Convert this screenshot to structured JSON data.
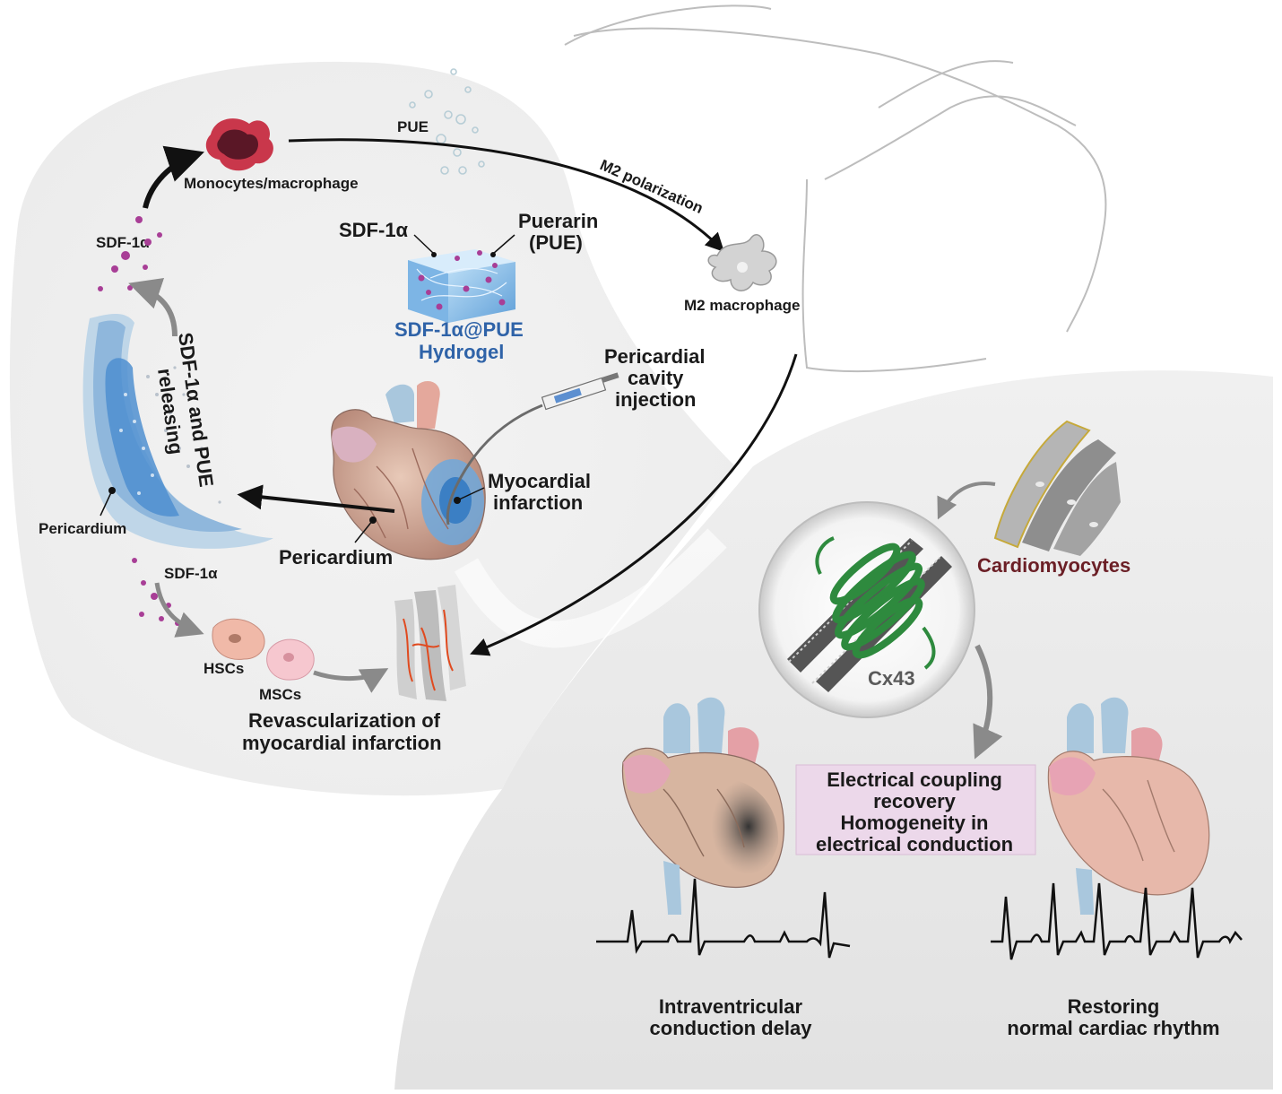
{
  "labels": {
    "pue": "PUE",
    "monocytes": "Monocytes/macrophage",
    "m2_polarization": "M2 polarization",
    "m2_macrophage": "M2 macrophage",
    "sdf_left": "SDF-1α",
    "sdf_cube": "SDF-1α",
    "puerarin_1": "Puerarin",
    "puerarin_2": "(PUE)",
    "hydrogel_1": "SDF-1α@PUE",
    "hydrogel_2": "Hydrogel",
    "releasing_1": "SDF-1α and PUE",
    "releasing_2": "releasing",
    "injection_1": "Pericardial",
    "injection_2": "cavity",
    "injection_3": "injection",
    "mi_1": "Myocardial",
    "mi_2": "infarction",
    "pericardium_left": "Pericardium",
    "pericardium_center": "Pericardium",
    "sdf_lower": "SDF-1α",
    "hscs": "HSCs",
    "mscs": "MSCs",
    "revasc_1": "Revascularization of",
    "revasc_2": "myocardial infarction",
    "cardiomyocytes": "Cardiomyocytes",
    "cx43": "Cx43",
    "box_1": "Electrical coupling",
    "box_2": "recovery",
    "box_3": "Homogeneity in",
    "box_4": "electrical conduction",
    "delay_1": "Intraventricular",
    "delay_2": "conduction delay",
    "restore_1": "Restoring",
    "restore_2": "normal cardiac rhythm"
  },
  "colors": {
    "hydrogel": "#2f63a8",
    "cardiomyocytes_label": "#6b1f26",
    "cx43_green": "#2e8a3e",
    "box_fill": "#ecd8ea",
    "particle": "#a83e96"
  },
  "icons": [
    "monocyte-cell-icon",
    "m2-macrophage-cell-icon",
    "hydrogel-cube-icon",
    "syringe-icon",
    "heart-icon",
    "pericardium-sac-icon",
    "stem-cell-icon",
    "vessel-bundle-icon",
    "cardiomyocyte-fiber-icon",
    "gap-junction-icon",
    "ecg-trace-icon"
  ]
}
